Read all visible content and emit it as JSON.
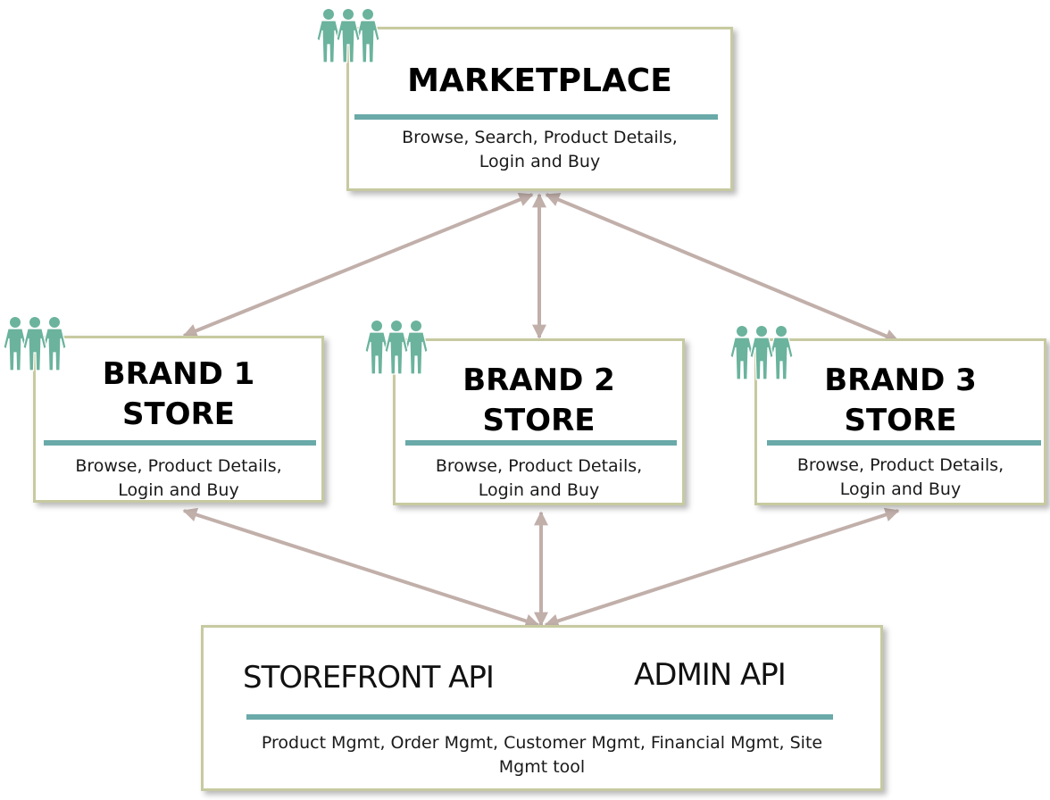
{
  "colors": {
    "border": "#c7caa0",
    "rule": "#6aaaa9",
    "arrow": "#c1afaa",
    "icon": "#6bb39d"
  },
  "marketplace": {
    "title": "MARKETPLACE",
    "desc": "Browse, Search, Product Details,\nLogin and Buy",
    "icon": "people-group-icon"
  },
  "stores": [
    {
      "title": "BRAND 1\nSTORE",
      "desc": "Browse, Product Details,\nLogin and Buy",
      "icon": "people-group-icon"
    },
    {
      "title": "BRAND 2\nSTORE",
      "desc": "Browse, Product Details,\nLogin and Buy",
      "icon": "people-group-icon"
    },
    {
      "title": "BRAND 3\nSTORE",
      "desc": "Browse, Product Details,\nLogin and Buy",
      "icon": "people-group-icon"
    }
  ],
  "api": {
    "storefront_label": "STOREFRONT API",
    "admin_label": "ADMIN API",
    "desc": "Product Mgmt, Order Mgmt, Customer Mgmt, Financial Mgmt, Site\nMgmt tool"
  }
}
